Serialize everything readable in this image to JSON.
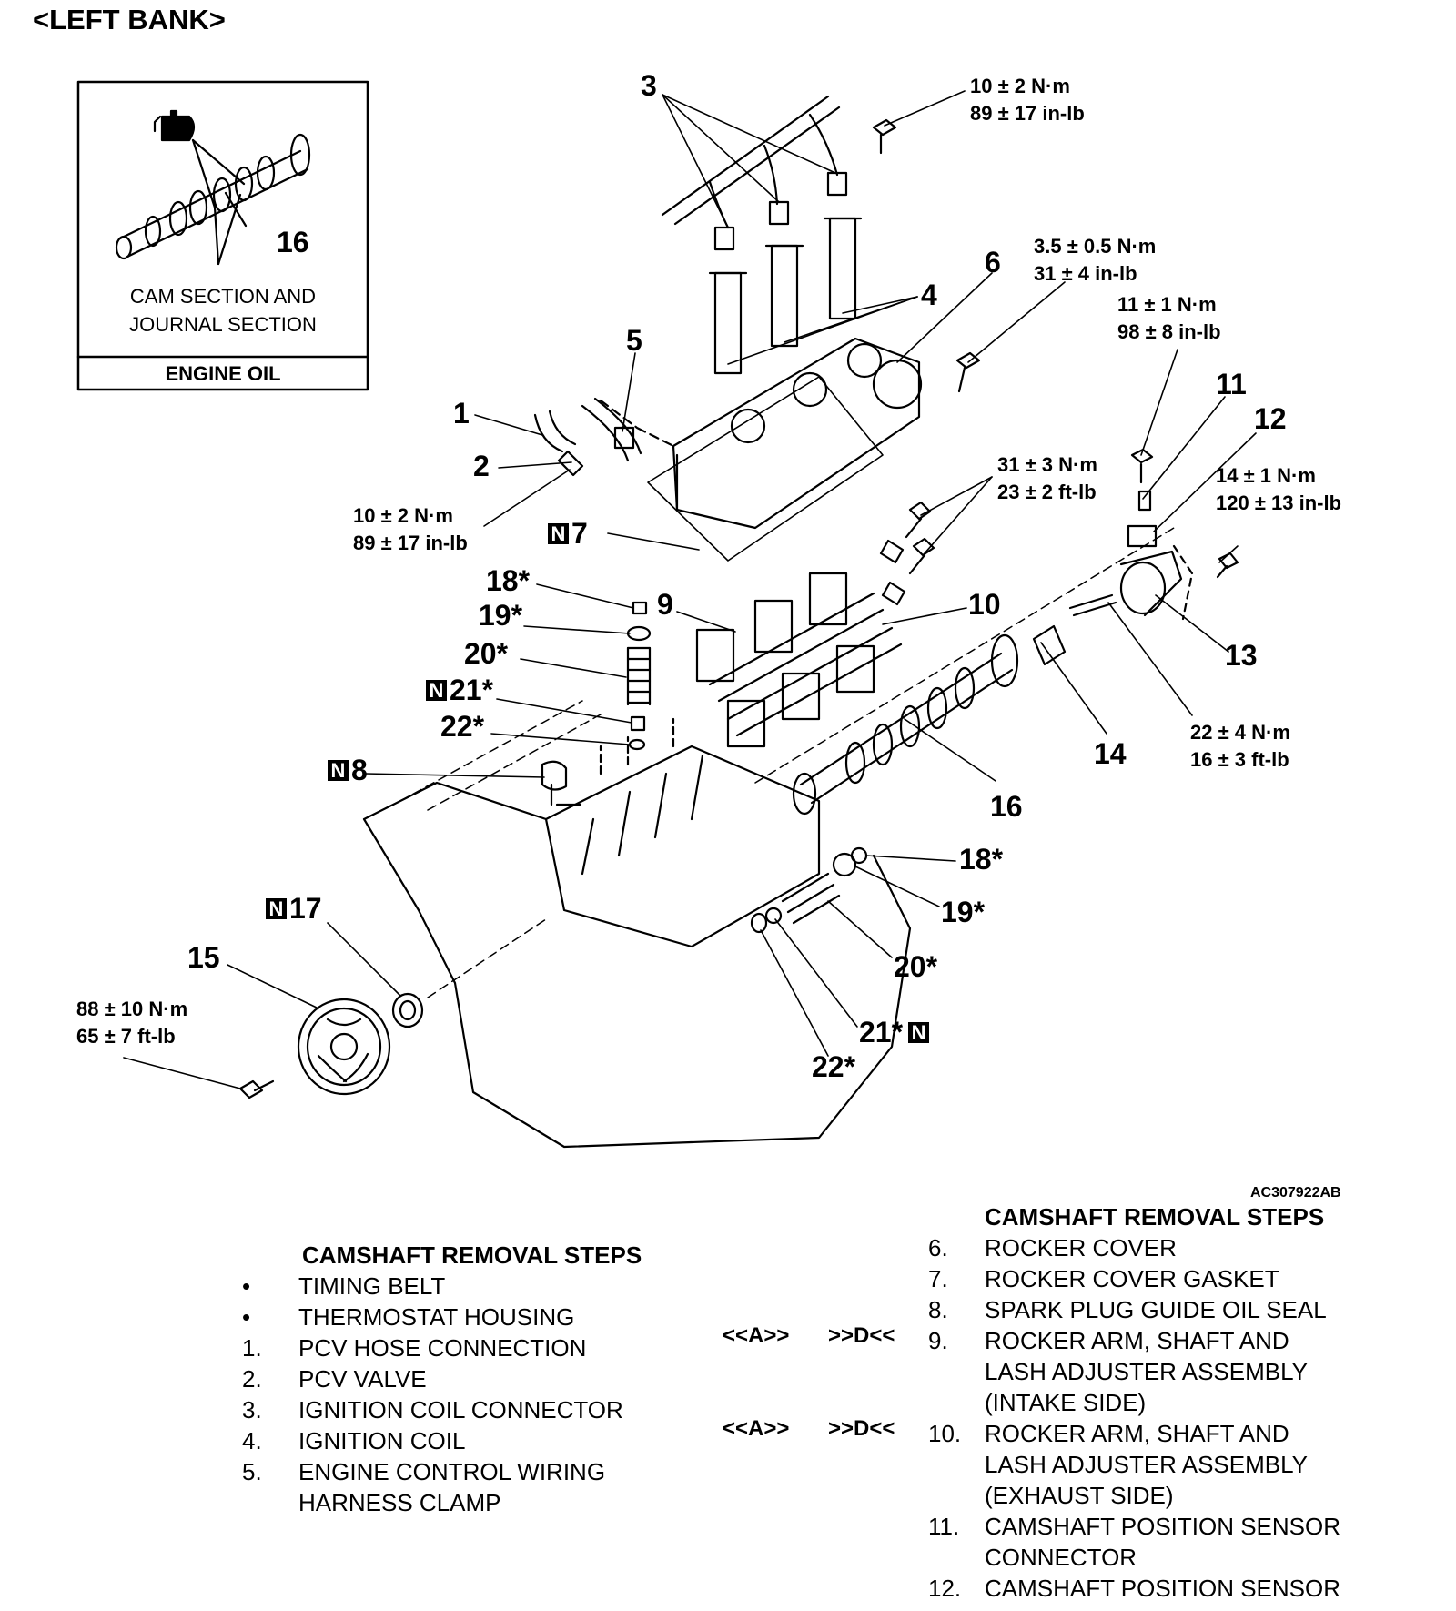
{
  "title": "<LEFT BANK>",
  "inset": {
    "caption_line1": "CAM SECTION AND",
    "caption_line2": "JOURNAL SECTION",
    "callout": "16",
    "lubricant": "ENGINE OIL"
  },
  "callouts": {
    "c1": "1",
    "c2": "2",
    "c3": "3",
    "c4": "4",
    "c5": "5",
    "c6": "6",
    "c7": "7",
    "c8": "8",
    "c9": "9",
    "c10": "10",
    "c11": "11",
    "c12": "12",
    "c13": "13",
    "c14": "14",
    "c15": "15",
    "c16": "16",
    "c17": "17",
    "c18a": "18*",
    "c19a": "19*",
    "c20a": "20*",
    "c21a": "21*",
    "c22a": "22*",
    "c18b": "18*",
    "c19b": "19*",
    "c20b": "20*",
    "c21b": "21*",
    "c22b": "22*",
    "n_mark": "N"
  },
  "torques": {
    "t1_line1": "10 ± 2 N·m",
    "t1_line2": "89 ± 17 in-lb",
    "t2_line1": "3.5 ± 0.5 N·m",
    "t2_line2": "31 ± 4 in-lb",
    "t3_line1": "11 ± 1 N·m",
    "t3_line2": "98 ± 8 in-lb",
    "t4_line1": "14 ± 1 N·m",
    "t4_line2": "120 ± 13 in-lb",
    "t5_line1": "31 ± 3 N·m",
    "t5_line2": "23 ± 2 ft-lb",
    "t6_line1": "10 ± 2 N·m",
    "t6_line2": "89 ± 17 in-lb",
    "t7_line1": "22 ± 4 N·m",
    "t7_line2": "16 ± 3 ft-lb",
    "t8_line1": "88 ± 10 N·m",
    "t8_line2": "65 ± 7 ft-lb"
  },
  "image_id": "AC307922AB",
  "left_list": {
    "header": "CAMSHAFT REMOVAL STEPS",
    "bullet": "•",
    "pre": [
      "TIMING BELT",
      "THERMOSTAT HOUSING"
    ],
    "steps": [
      {
        "num": "1.",
        "text": "PCV HOSE CONNECTION"
      },
      {
        "num": "2.",
        "text": "PCV VALVE"
      },
      {
        "num": "3.",
        "text": "IGNITION COIL CONNECTOR"
      },
      {
        "num": "4.",
        "text": "IGNITION COIL"
      },
      {
        "num": "5.",
        "text": "ENGINE CONTROL WIRING",
        "text2": "HARNESS CLAMP"
      }
    ]
  },
  "right_list": {
    "header": "CAMSHAFT REMOVAL STEPS",
    "tag_a": "<<A>>",
    "tag_d": ">>D<<",
    "steps": [
      {
        "num": "6.",
        "text": "ROCKER COVER"
      },
      {
        "num": "7.",
        "text": "ROCKER COVER GASKET"
      },
      {
        "num": "8.",
        "text": "SPARK PLUG GUIDE OIL SEAL"
      },
      {
        "num": "9.",
        "text": "ROCKER ARM, SHAFT AND",
        "text2": "LASH ADJUSTER ASSEMBLY",
        "text3": "(INTAKE SIDE)"
      },
      {
        "num": "10.",
        "text": "ROCKER ARM, SHAFT AND",
        "text2": "LASH ADJUSTER ASSEMBLY",
        "text3": "(EXHAUST SIDE)"
      },
      {
        "num": "11.",
        "text": "CAMSHAFT POSITION SENSOR",
        "text2": "CONNECTOR"
      },
      {
        "num": "12.",
        "text": "CAMSHAFT POSITION SENSOR"
      }
    ]
  }
}
